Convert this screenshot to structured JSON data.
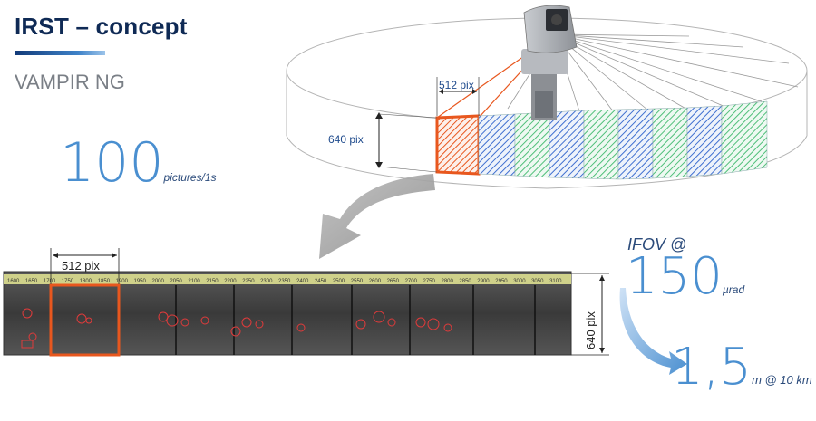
{
  "header": {
    "title": "IRST – concept",
    "subtitle": "VAMPIR NG"
  },
  "frame_rate": {
    "value": "100",
    "unit": "pictures/1s"
  },
  "ifov": {
    "label": "IFOV @",
    "value": "150",
    "unit": "µrad"
  },
  "resolution": {
    "value": "1,5",
    "unit": "m @ 10 km"
  },
  "dimensions": {
    "frame_width": "512 pix",
    "frame_height": "640 pix"
  },
  "panorama_scale": [
    "1600",
    "1650",
    "1700",
    "1750",
    "1800",
    "1850",
    "1900",
    "1950",
    "2000",
    "2050",
    "2100",
    "2150",
    "2200",
    "2250",
    "2300",
    "2350",
    "2400",
    "2450",
    "2500",
    "2550",
    "2600",
    "2650",
    "2700",
    "2750",
    "2800",
    "2850",
    "2900",
    "2950",
    "3000",
    "3050",
    "3100"
  ],
  "colors": {
    "title": "#0f2a55",
    "accent_orange": "#e8571e",
    "hatch_blue": "#3f6fd0",
    "hatch_green": "#4fbf79",
    "digit_blue": "#4a8fd0",
    "target_red": "#e03b3b"
  }
}
